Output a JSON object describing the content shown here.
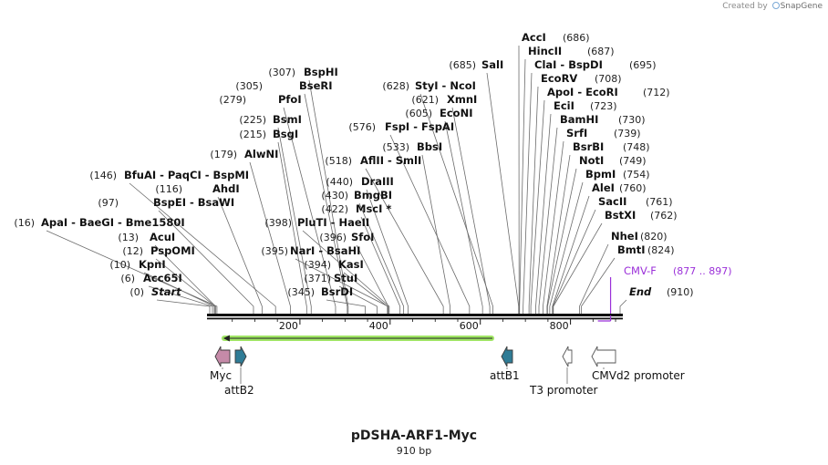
{
  "credit": {
    "prefix": "Created by",
    "brand": "SnapGene"
  },
  "title": "pDSHA-ARF1-Myc",
  "length_label": "910 bp",
  "colors": {
    "primer": "#9b30d9",
    "myc": "#c58aa8",
    "att": "#2f7c96",
    "arrow_outline": "#555555",
    "orf_green": "#8fe04a",
    "backbone": "#111111"
  },
  "sites": [
    {
      "name": "Start",
      "pos": "(0)",
      "bp": 0,
      "italic": true
    },
    {
      "name": "Acc65I",
      "pos": "(6)",
      "bp": 6
    },
    {
      "name": "KpnI",
      "pos": "(10)",
      "bp": 10
    },
    {
      "name": "PspOMI",
      "pos": "(12)",
      "bp": 12
    },
    {
      "name": "AcuI",
      "pos": "(13)",
      "bp": 13
    },
    {
      "name": "ApaI  -  BaeGI  -  Bme1580I",
      "pos": "(16)",
      "bp": 16
    },
    {
      "name": "BspEI  -  BsaWI",
      "pos": "(97)",
      "bp": 97
    },
    {
      "name": "AhdI",
      "pos": "(116)",
      "bp": 116
    },
    {
      "name": "BfuAI  -  PaqCI  -  BspMI",
      "pos": "(146)",
      "bp": 146
    },
    {
      "name": "AlwNI",
      "pos": "(179)",
      "bp": 179
    },
    {
      "name": "BsgI",
      "pos": "(215)",
      "bp": 215
    },
    {
      "name": "BsmI",
      "pos": "(225)",
      "bp": 225
    },
    {
      "name": "PfoI",
      "pos": "(279)",
      "bp": 279
    },
    {
      "name": "BseRI",
      "pos": "(305)",
      "bp": 305
    },
    {
      "name": "BspHI",
      "pos": "(307)",
      "bp": 307
    },
    {
      "name": "BsrDI",
      "pos": "(345)",
      "bp": 345
    },
    {
      "name": "StuI",
      "pos": "(371)",
      "bp": 371
    },
    {
      "name": "KasI",
      "pos": "(394)",
      "bp": 394
    },
    {
      "name": "NarI  -  BsaHI",
      "pos": "(395)",
      "bp": 395
    },
    {
      "name": "SfoI",
      "pos": "(396)",
      "bp": 396
    },
    {
      "name": "PluTI  -  HaeII",
      "pos": "(398)",
      "bp": 398
    },
    {
      "name": "MscI *",
      "pos": "(422)",
      "bp": 422
    },
    {
      "name": "BmgBI",
      "pos": "(430)",
      "bp": 430
    },
    {
      "name": "DraIII",
      "pos": "(440)",
      "bp": 440
    },
    {
      "name": "AflII  -  SmlI",
      "pos": "(518)",
      "bp": 518
    },
    {
      "name": "BbsI",
      "pos": "(533)",
      "bp": 533
    },
    {
      "name": "FspI  -  FspAI",
      "pos": "(576)",
      "bp": 576
    },
    {
      "name": "EcoNI",
      "pos": "(605)",
      "bp": 605
    },
    {
      "name": "XmnI",
      "pos": "(621)",
      "bp": 621
    },
    {
      "name": "StyI  -  NcoI",
      "pos": "(628)",
      "bp": 628
    },
    {
      "name": "SalI",
      "pos": "(685)",
      "bp": 685
    },
    {
      "name": "AccI",
      "pos": "(686)",
      "bp": 686
    },
    {
      "name": "HincII",
      "pos": "(687)",
      "bp": 687
    },
    {
      "name": "ClaI  -  BspDI",
      "pos": "(695)",
      "bp": 695
    },
    {
      "name": "EcoRV",
      "pos": "(708)",
      "bp": 708
    },
    {
      "name": "ApoI  -  EcoRI",
      "pos": "(712)",
      "bp": 712
    },
    {
      "name": "EciI",
      "pos": "(723)",
      "bp": 723
    },
    {
      "name": "BamHI",
      "pos": "(730)",
      "bp": 730
    },
    {
      "name": "SrfI",
      "pos": "(739)",
      "bp": 739
    },
    {
      "name": "BsrBI",
      "pos": "(748)",
      "bp": 748
    },
    {
      "name": "NotI",
      "pos": "(749)",
      "bp": 749
    },
    {
      "name": "BpmI",
      "pos": "(754)",
      "bp": 754
    },
    {
      "name": "AleI",
      "pos": "(760)",
      "bp": 760
    },
    {
      "name": "SacII",
      "pos": "(761)",
      "bp": 761
    },
    {
      "name": "BstXI",
      "pos": "(762)",
      "bp": 762
    },
    {
      "name": "NheI",
      "pos": "(820)",
      "bp": 820
    },
    {
      "name": "BmtI",
      "pos": "(824)",
      "bp": 824
    },
    {
      "name": "End",
      "pos": "(910)",
      "bp": 910,
      "italic": true
    }
  ],
  "primer": {
    "name": "CMV-F",
    "range": "(877 .. 897)",
    "start": 877,
    "end": 897
  },
  "ticks": [
    "200",
    "400",
    "600",
    "800"
  ],
  "features": [
    {
      "name": "Myc",
      "start": 16,
      "end": 46,
      "dir": "left",
      "role": "myc"
    },
    {
      "name": "attB2",
      "start": 52,
      "end": 76,
      "dir": "right",
      "role": "att"
    },
    {
      "name": "attB1",
      "start": 640,
      "end": 664,
      "dir": "left",
      "role": "att"
    },
    {
      "name": "T3 promoter",
      "start": 777,
      "end": 796,
      "dir": "left",
      "role": "outline"
    },
    {
      "name": "CMVd2 promoter",
      "start": 820,
      "end": 874,
      "dir": "left",
      "role": "outline"
    }
  ],
  "orf": {
    "start": 16,
    "end": 631
  }
}
